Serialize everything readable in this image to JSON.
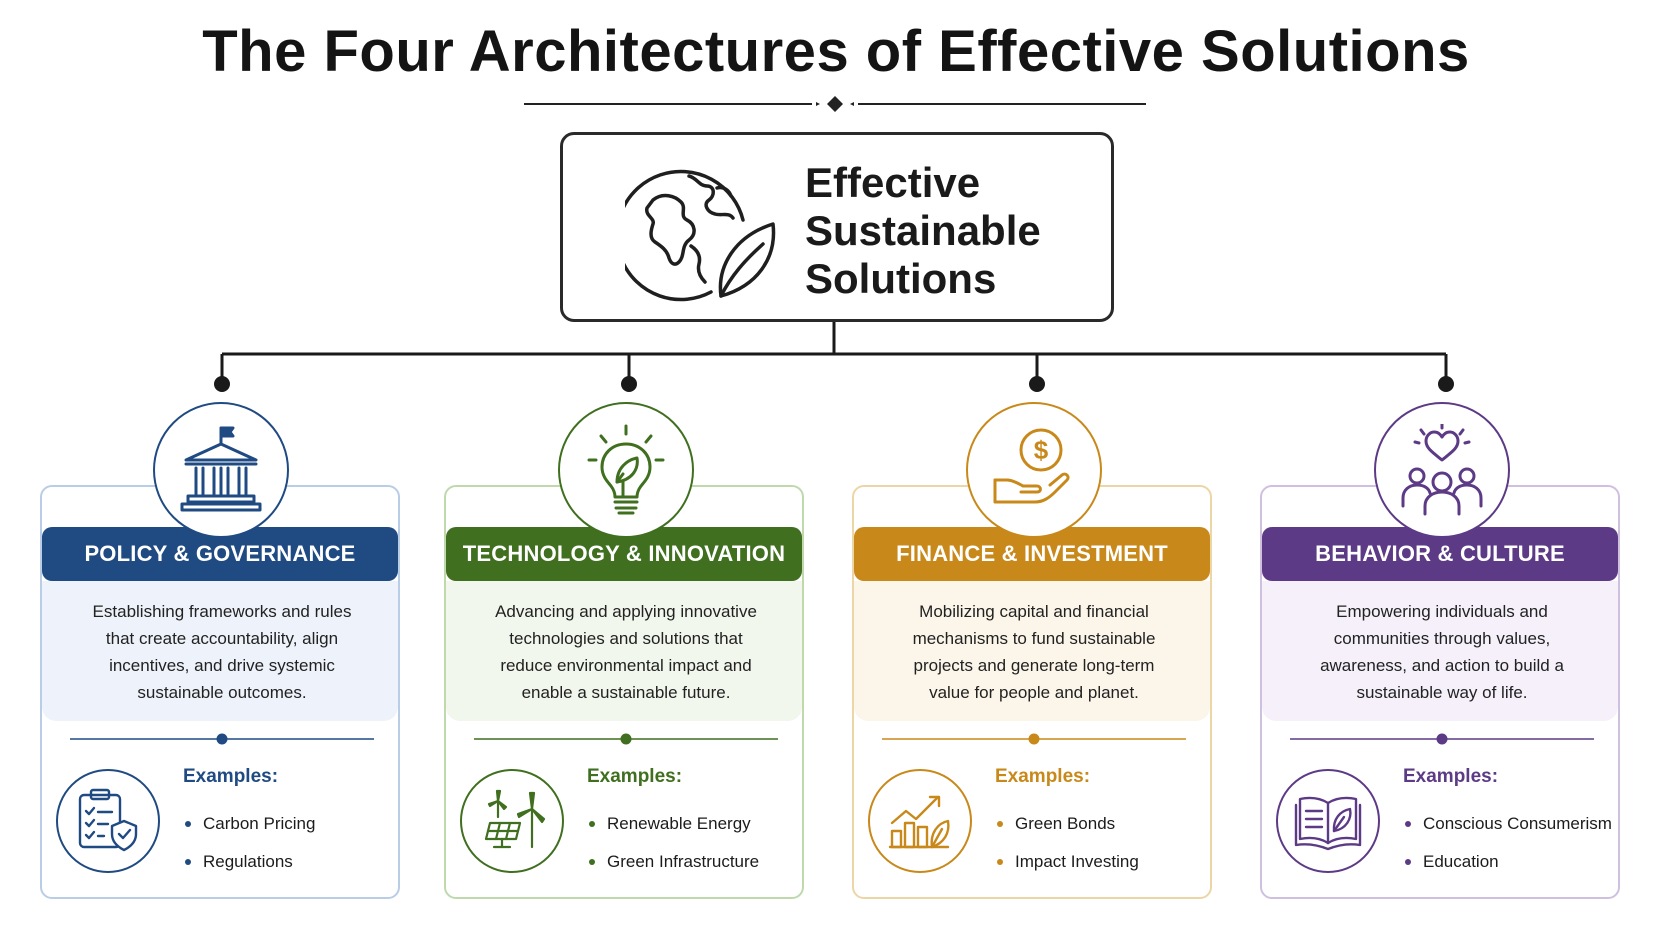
{
  "title": "The Four Architectures of Effective Solutions",
  "center": {
    "line1": "Effective",
    "line2": "Sustainable",
    "line3": "Solutions",
    "icon": "globe-leaf-icon"
  },
  "colors": {
    "policy": "#1f4a82",
    "technology": "#3f6f1f",
    "finance": "#c8891a",
    "behavior": "#5c3a86"
  },
  "cards": [
    {
      "header": "POLICY & GOVERNANCE",
      "icon": "government-building-icon",
      "desc": [
        "Establishing frameworks and rules",
        "that create accountability, align",
        "incentives, and drive systemic",
        "sustainable outcomes."
      ],
      "examples_label": "Examples:",
      "examples_icon": "clipboard-shield-icon",
      "examples": [
        "Carbon Pricing",
        "Regulations"
      ]
    },
    {
      "header": "TECHNOLOGY & INNOVATION",
      "icon": "lightbulb-leaf-icon",
      "desc": [
        "Advancing and applying innovative",
        "technologies and solutions that",
        "reduce environmental impact and",
        "enable a sustainable future."
      ],
      "examples_label": "Examples:",
      "examples_icon": "solar-wind-icon",
      "examples": [
        "Renewable Energy",
        "Green Infrastructure"
      ]
    },
    {
      "header": "FINANCE & INVESTMENT",
      "icon": "hand-coin-icon",
      "desc": [
        "Mobilizing capital and financial",
        "mechanisms to fund sustainable",
        "projects and generate long-term",
        "value for people and planet."
      ],
      "examples_label": "Examples:",
      "examples_icon": "growth-chart-leaf-icon",
      "examples": [
        "Green Bonds",
        "Impact Investing"
      ]
    },
    {
      "header": "BEHAVIOR & CULTURE",
      "icon": "community-heart-icon",
      "desc": [
        "Empowering individuals and",
        "communities through values,",
        "awareness, and action to build a",
        "sustainable way of life."
      ],
      "examples_label": "Examples:",
      "examples_icon": "open-book-leaf-icon",
      "examples": [
        "Conscious Consumerism",
        "Education"
      ]
    }
  ]
}
